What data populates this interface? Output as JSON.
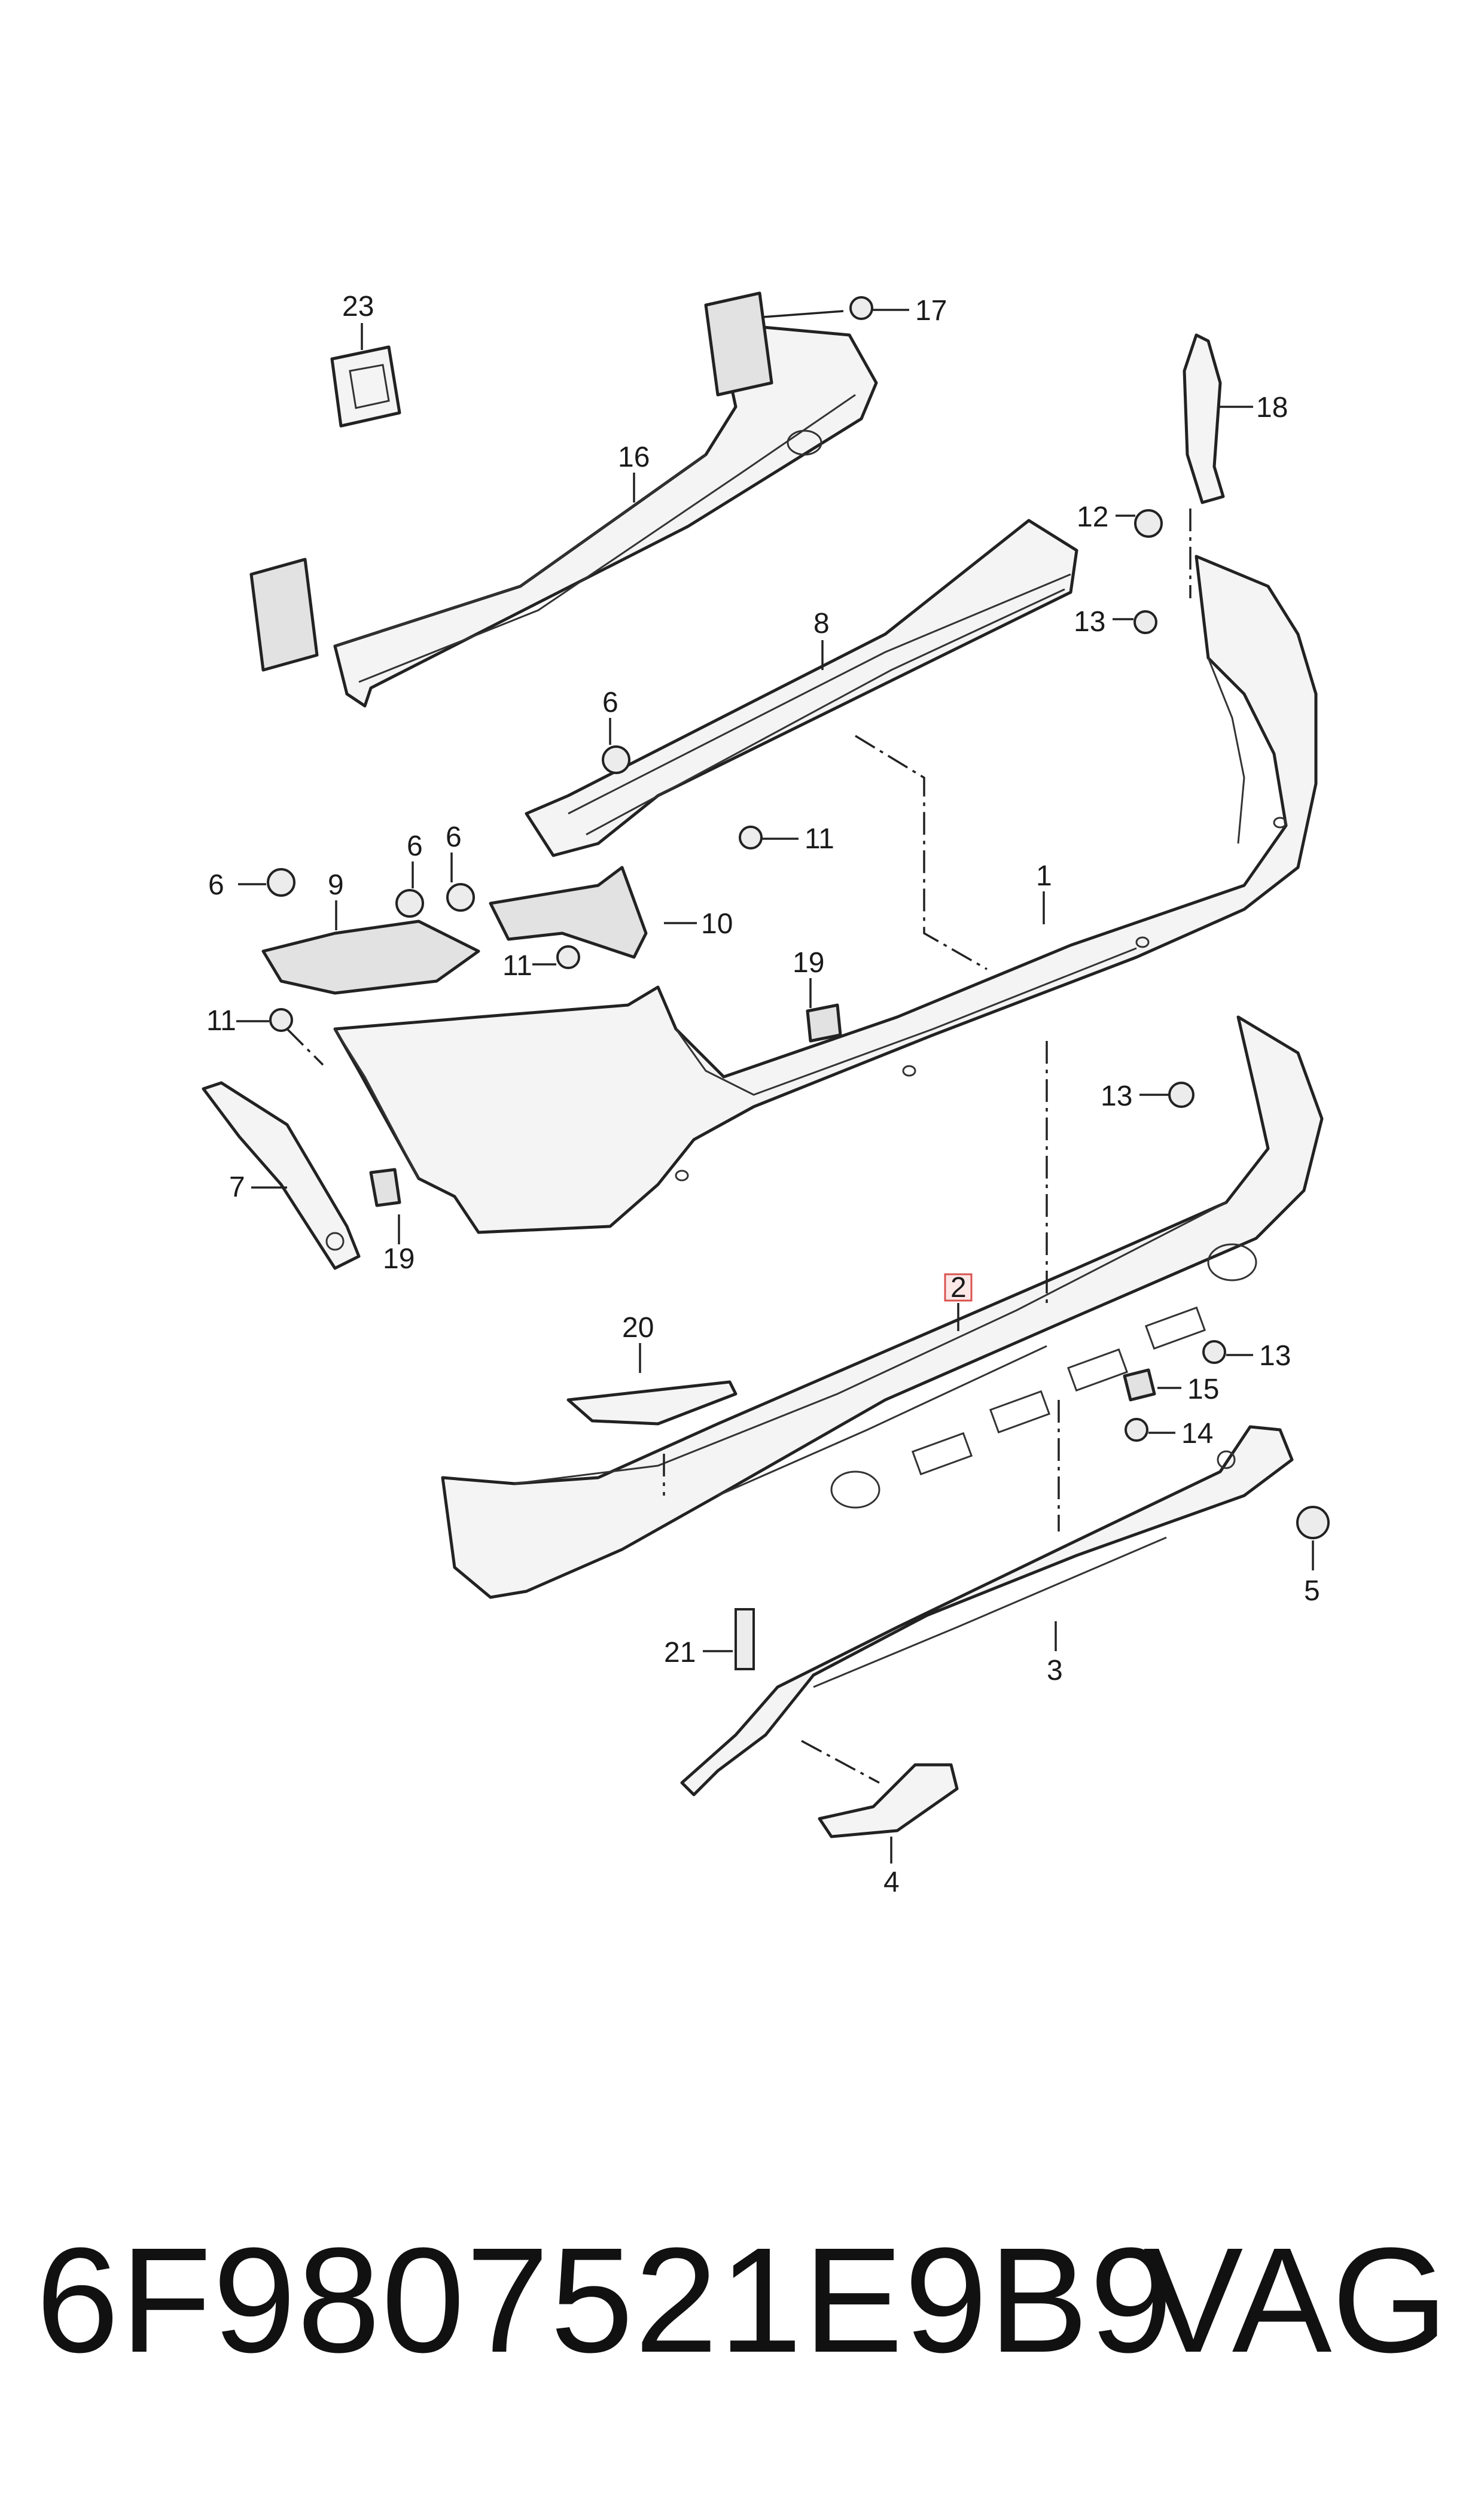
{
  "callouts": {
    "c1": "1",
    "c2": "2",
    "c3": "3",
    "c4": "4",
    "c5": "5",
    "c6a": "6",
    "c6b": "6",
    "c6c": "6",
    "c6d": "6",
    "c7": "7",
    "c8": "8",
    "c9": "9",
    "c10": "10",
    "c11a": "11",
    "c11b": "11",
    "c11c": "11",
    "c12": "12",
    "c13a": "13",
    "c13b": "13",
    "c13c": "13",
    "c14": "14",
    "c15": "15",
    "c16": "16",
    "c17": "17",
    "c18": "18",
    "c19a": "19",
    "c19b": "19",
    "c20": "20",
    "c21": "21",
    "c23": "23"
  },
  "highlight_color": "#d9534f",
  "footer": {
    "part_number": "6F9807521E9B9",
    "brand": "VAG"
  }
}
